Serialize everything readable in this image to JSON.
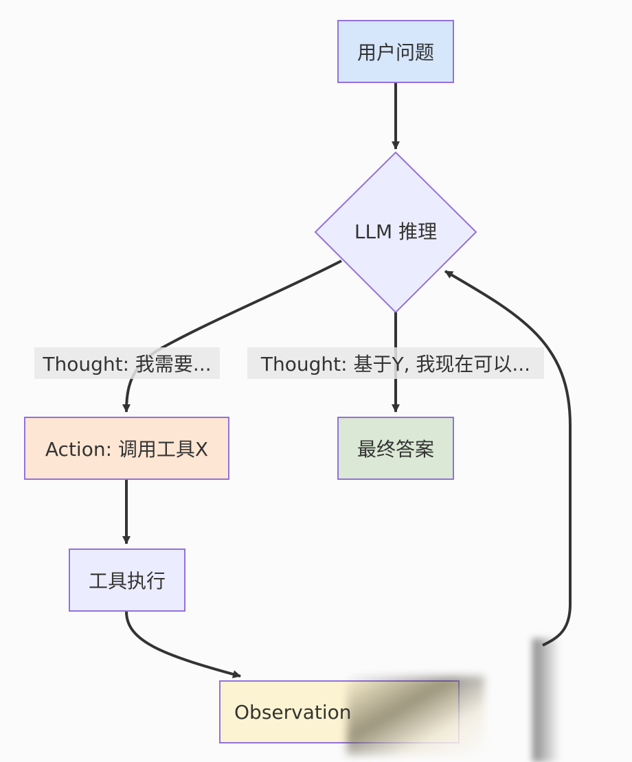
{
  "nodes": {
    "question": {
      "label": "用户问题",
      "fill": "#d6e6fb",
      "stroke": "#9370db"
    },
    "reasoning": {
      "label": "LLM 推理",
      "fill": "#ececff",
      "stroke": "#9370db"
    },
    "action": {
      "label": "Action: 调用工具X",
      "fill": "#fde6d3",
      "stroke": "#9370db"
    },
    "final_answer": {
      "label": "最终答案",
      "fill": "#dbe8d5",
      "stroke": "#9370db"
    },
    "tool_execution": {
      "label": "工具执行",
      "fill": "#ececff",
      "stroke": "#9370db"
    },
    "observation": {
      "label": "Observation",
      "fill": "#fcf3d2",
      "stroke": "#9370db"
    }
  },
  "edge_labels": {
    "to_action": "Thought: 我需要...",
    "to_final": "Thought: 基于Y, 我现在可以..."
  },
  "colors": {
    "edge": "#333333",
    "label_background": "#e8e8e8",
    "text": "#333333"
  }
}
